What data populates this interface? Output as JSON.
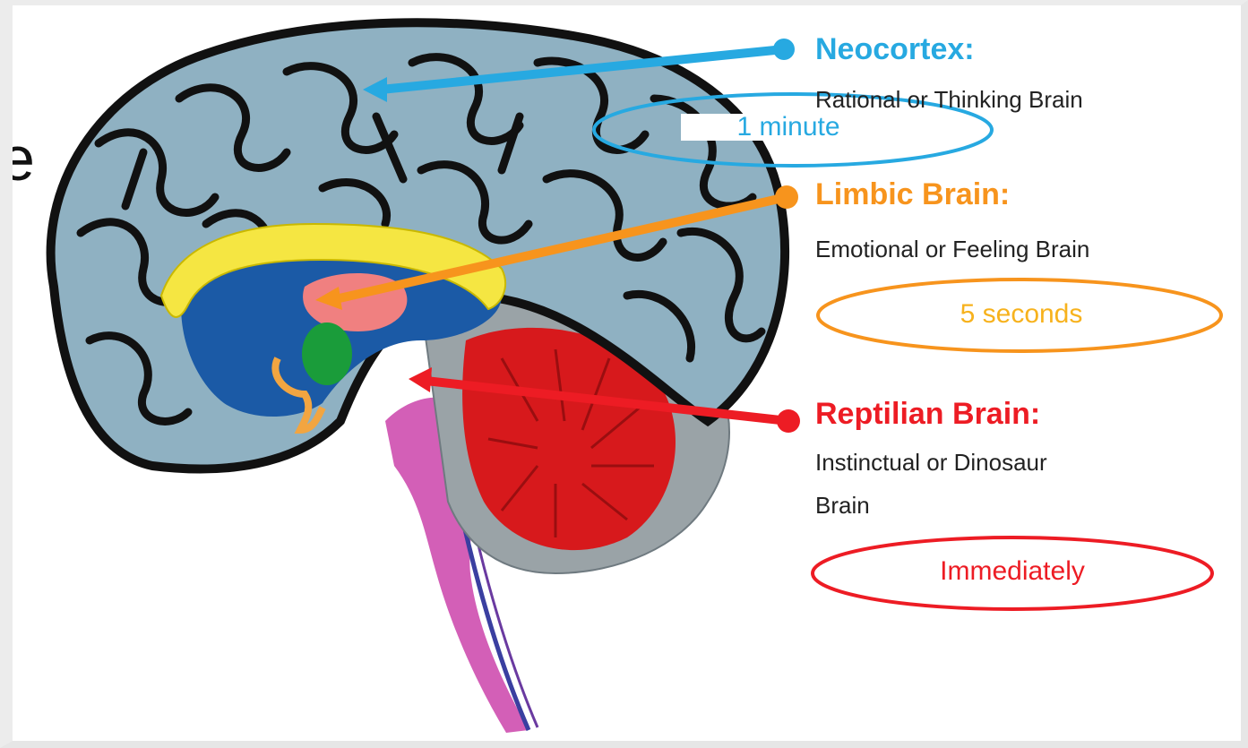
{
  "labels": {
    "neocortex": {
      "title": "Neocortex:",
      "subtitle": "Rational or Thinking Brain",
      "time": "1 minute"
    },
    "limbic": {
      "title": "Limbic Brain:",
      "subtitle": "Emotional or Feeling Brain",
      "time": "5 seconds"
    },
    "reptilian": {
      "title": "Reptilian Brain:",
      "subtitle_line1": "Instinctual or Dinosaur",
      "subtitle_line2": "Brain",
      "time": "Immediately"
    }
  },
  "partial_text": "e",
  "colors": {
    "neocortex": "#27a9e1",
    "limbic": "#f7941d",
    "reptilian": "#ed1c24",
    "brain_surface": "#8fb1c2",
    "sulci": "#111111",
    "cerebellum": "#d7191c",
    "brainstem": "#d35fb7",
    "corpus_callosum": "#f5e642",
    "thalamus": "#1b5aa6",
    "amygdala": "#1a9c3a"
  }
}
